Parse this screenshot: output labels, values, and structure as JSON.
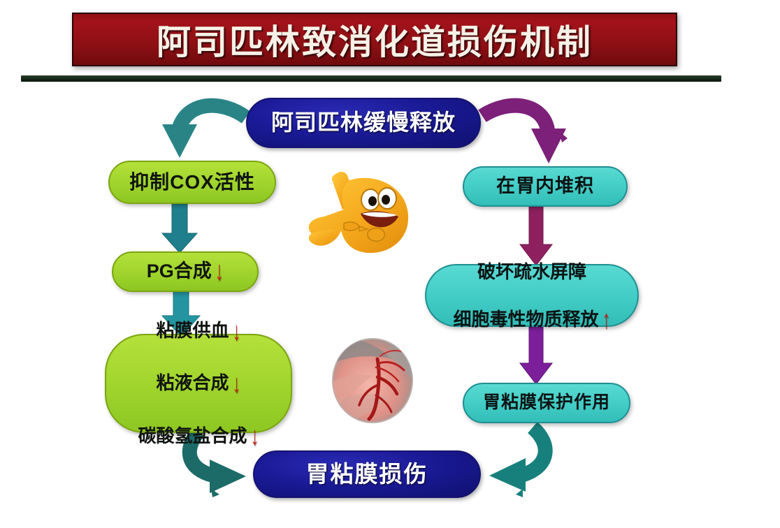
{
  "header": {
    "title": "阿司匹林致消化道损伤机制",
    "banner_color": "#8c1014",
    "title_color": "#f6f1e7",
    "rule_color": "#16291a"
  },
  "palette": {
    "blue_node": "#1a1a96",
    "green_node": "#a5d830",
    "cyan_node": "#45cfc8",
    "teal_arrow": "#1f7f82",
    "purple_arrow": "#7c1f7a",
    "magenta_arrow": "#8e2060",
    "red_indicator": "#c02216"
  },
  "nodes": {
    "top": {
      "label": "阿司匹林缓慢释放",
      "style": "blue"
    },
    "cox": {
      "label": "抑制COX活性",
      "style": "green"
    },
    "pg": {
      "label": "PG合成",
      "indicator": "↓",
      "style": "green"
    },
    "mucosa": {
      "lines": [
        {
          "text": "粘膜供血",
          "indicator": "↓"
        },
        {
          "text": "粘液合成",
          "indicator": "↓"
        },
        {
          "text": "碳酸氢盐合成",
          "indicator": "↓"
        }
      ],
      "style": "green"
    },
    "accumulate": {
      "label": "在胃内堆积",
      "style": "cyan"
    },
    "barrier": {
      "lines": [
        {
          "text": "破坏疏水屏障",
          "indicator": ""
        },
        {
          "text": "细胞毒性物质释放",
          "indicator": "↑"
        }
      ],
      "style": "cyan"
    },
    "protect": {
      "label": "胃粘膜保护作用",
      "style": "cyan"
    },
    "damage": {
      "label": "胃粘膜损伤",
      "style": "blue"
    }
  },
  "artwork": {
    "mascot": "smiling-stomach-mascot",
    "photo": "gastric-ulcer-endoscopy-image"
  },
  "connectors": [
    {
      "name": "top-to-cox",
      "kind": "curved",
      "color": "#1f7f82"
    },
    {
      "name": "top-to-accumulate",
      "kind": "curved",
      "color": "#7c1f7a"
    },
    {
      "name": "cox-to-pg",
      "kind": "straight-down",
      "color": "#1f7f8c"
    },
    {
      "name": "pg-to-mucosa",
      "kind": "straight-down",
      "color": "#1f8f9c"
    },
    {
      "name": "accumulate-to-barrier",
      "kind": "straight-down",
      "color": "#8e2060"
    },
    {
      "name": "barrier-to-protect",
      "kind": "straight-down",
      "color": "#7c1f9a"
    },
    {
      "name": "mucosa-to-damage",
      "kind": "curved",
      "color": "#1d6b68"
    },
    {
      "name": "protect-to-damage",
      "kind": "curved",
      "color": "#18807c"
    }
  ]
}
